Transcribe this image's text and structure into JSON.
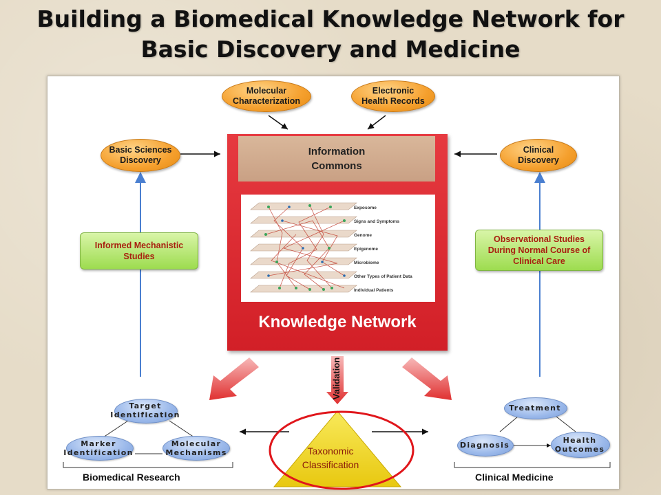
{
  "title": {
    "line1": "Building a Biomedical Knowledge Network for",
    "line2": "Basic Discovery and Medicine"
  },
  "inputs": {
    "molecular": "Molecular Characterization",
    "ehr": "Electronic Health Records"
  },
  "discovery": {
    "basic": "Basic Sciences Discovery",
    "clinical": "Clinical Discovery"
  },
  "studies": {
    "informed": "Informed Mechanistic Studies",
    "observational": "Observational Studies During Normal Course of Clinical Care"
  },
  "center": {
    "information_commons": "Information Commons",
    "knowledge_network": "Knowledge Network",
    "validation": "Validation",
    "layers": [
      "Exposome",
      "Signs and Symptoms",
      "Genome",
      "Epigenome",
      "Microbiome",
      "Other Types of Patient Data",
      "Individual Patients"
    ]
  },
  "biomedical_research": {
    "label": "Biomedical Research",
    "target": [
      "Target",
      "Identification"
    ],
    "marker": [
      "Marker",
      "Identification"
    ],
    "molecular": [
      "Molecular",
      "Mechanisms"
    ]
  },
  "clinical_medicine": {
    "label": "Clinical Medicine",
    "treatment": "Treatment",
    "diagnosis": "Diagnosis",
    "health": [
      "Health",
      "Outcomes"
    ]
  },
  "taxonomy": {
    "line1": "Taxonomic",
    "line2": "Classification"
  },
  "colors": {
    "knowledge_network_red": "#d21f27",
    "information_commons_tan": "#c9a084",
    "oval_orange": "#f5a02e",
    "green_box": "#9ddc4f",
    "blue_node": "#9ab8ea",
    "pyramid_yellow": "#f2d91c",
    "highlight_circle": "#e0161b"
  }
}
